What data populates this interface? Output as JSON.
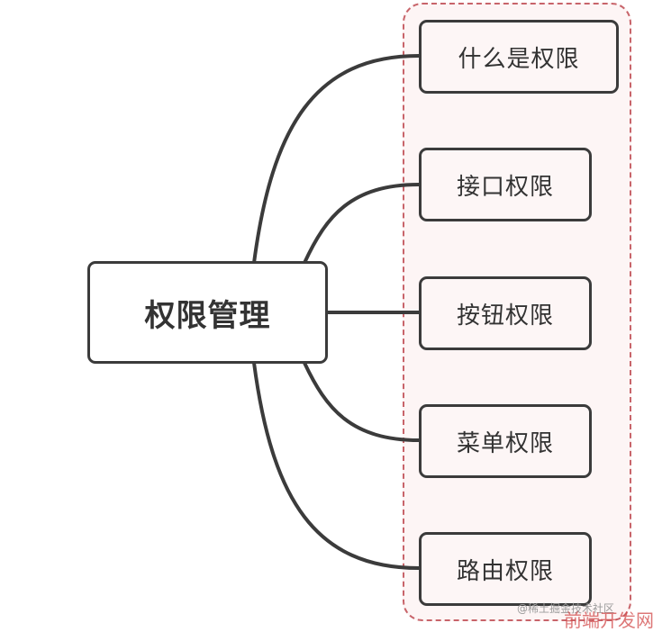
{
  "root": {
    "label": "权限管理"
  },
  "children": [
    {
      "label": "什么是权限"
    },
    {
      "label": "接口权限"
    },
    {
      "label": "按钮权限"
    },
    {
      "label": "菜单权限"
    },
    {
      "label": "路由权限"
    }
  ],
  "colors": {
    "edge": "#3b3b3b",
    "node_border": "#3b3b3b",
    "group_border": "#c8646a",
    "group_fill": "#fdf5f5",
    "node_fill": "#fdf6f6"
  },
  "watermark": {
    "text": "@稀土掘金技术社区",
    "overlay": "前端开发网"
  }
}
